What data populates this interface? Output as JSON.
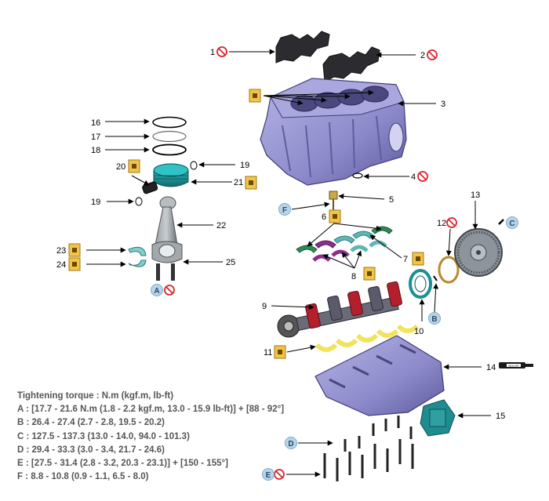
{
  "callouts": [
    "1",
    "2",
    "3",
    "4",
    "5",
    "6",
    "7",
    "8",
    "9",
    "10",
    "11",
    "12",
    "13",
    "14",
    "15",
    "16",
    "17",
    "18",
    "19",
    "19",
    "20",
    "21",
    "22",
    "23",
    "24",
    "25"
  ],
  "torque_letters": [
    "A",
    "B",
    "C",
    "D",
    "E",
    "F"
  ],
  "torque_spec": {
    "heading": "Tightening torque : N.m (kgf.m, lb-ft)",
    "lines": [
      "A : [17.7 - 21.6 N.m (1.8 - 2.2 kgf.m, 13.0 - 15.9 lb-ft)] + [88 - 92°]",
      "B : 26.4 - 27.4 (2.7 - 2.8, 19.5 - 20.2)",
      "C : 127.5 - 137.3 (13.0 - 14.0, 94.0 - 101.3)",
      "D : 29.4 - 33.3 (3.0 - 3.4, 21.7 - 24.6)",
      "E : [27.5 - 31.4 (2.8 - 3.2, 20.3 - 23.1)] + [150 - 155°]",
      "F : 8.8 - 10.8 (0.9 - 1.1, 6.5 - 8.0)"
    ]
  },
  "sealant_label": "SEALANT",
  "colors": {
    "block": "#8c8aca",
    "block_dark": "#55538f",
    "piston": "#1a8f94",
    "crank": "#5a5a6a",
    "crank_red": "#b3202c",
    "bearing_yellow": "#f2e35a",
    "bearing_green": "#2e8b57",
    "bearing_purple": "#8b2f8f",
    "bearing_teal": "#5fb7b4",
    "badge_blue": "#b7d5ea",
    "no_reuse_red": "#d8262d",
    "text_gray": "#555555"
  }
}
